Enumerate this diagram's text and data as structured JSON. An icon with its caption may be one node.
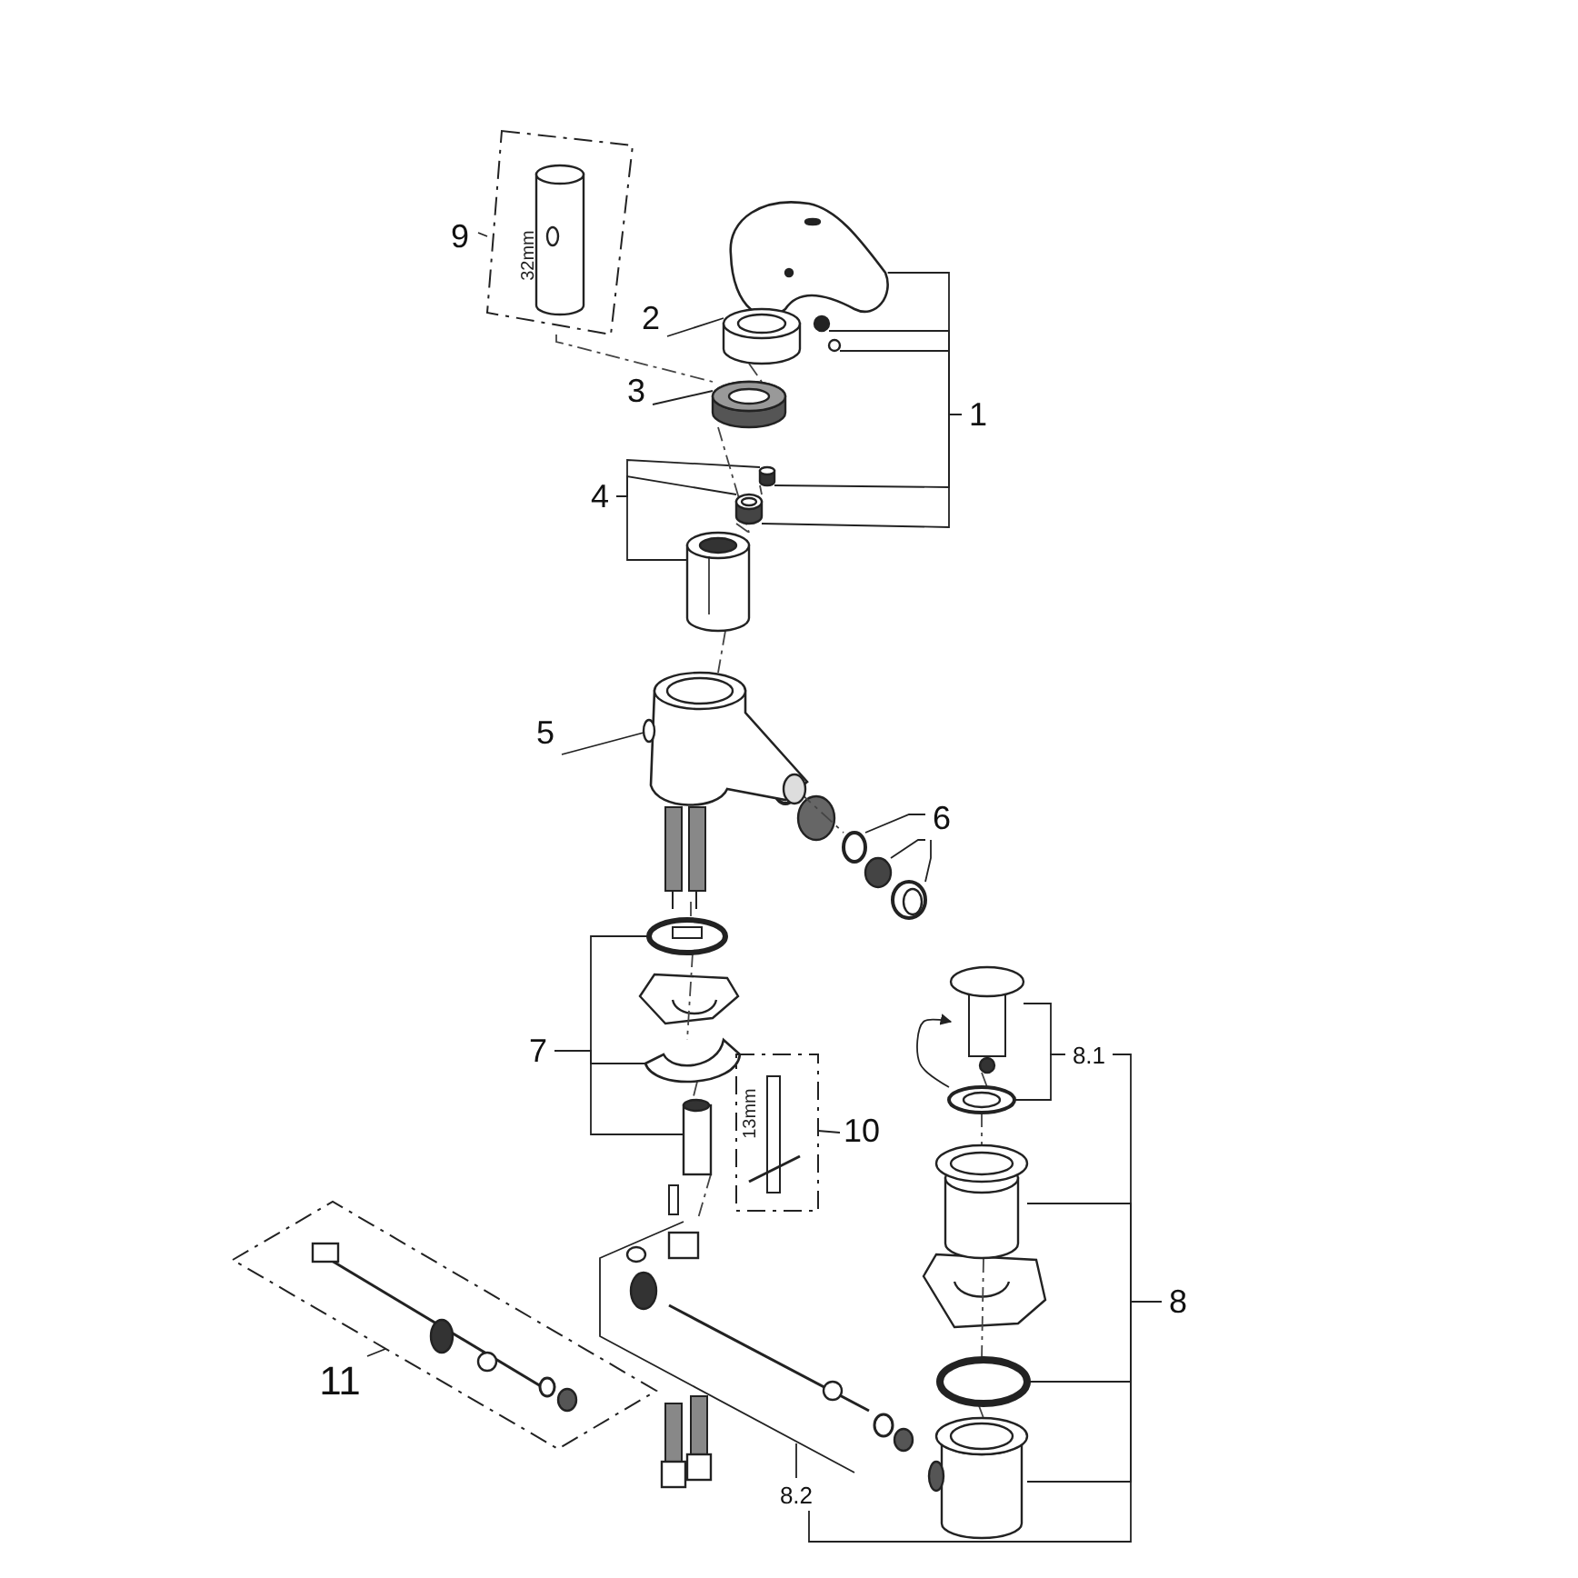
{
  "diagram": {
    "nodes": [
      {
        "text": [
          "9"
        ]
      },
      {
        "text": [],
        "shape": "box"
      },
      {
        "text": [],
        "shape": "picture"
      },
      {
        "text": [
          "2"
        ]
      },
      {
        "text": [],
        "shape": "cylinder"
      },
      {
        "text": [],
        "shape": "circle"
      },
      {
        "text": [],
        "shape": "circle"
      },
      {
        "text": [
          "3"
        ]
      },
      {
        "text": [],
        "shape": "cylinder"
      },
      {
        "text": [
          "1"
        ]
      },
      {
        "text": [
          "4"
        ]
      },
      {
        "text": [],
        "shape": "cylinder"
      },
      {
        "text": [],
        "shape": "cylinder"
      },
      {
        "text": [],
        "shape": "cylinder"
      },
      {
        "text": [
          "5"
        ]
      },
      {
        "text": [],
        "shape": "picture"
      },
      {
        "text": [
          "6"
        ]
      },
      {
        "text": [],
        "shape": "circle"
      },
      {
        "text": [],
        "shape": "circle"
      },
      {
        "text": [],
        "shape": "circle"
      },
      {
        "text": [],
        "shape": "circle"
      },
      {
        "text": [
          "7"
        ]
      },
      {
        "text": [],
        "shape": "picture"
      },
      {
        "text": [],
        "shape": "bar"
      },
      {
        "text": [],
        "shape": "picture"
      },
      {
        "text": [
          "8.1"
        ]
      },
      {
        "text": [],
        "shape": "circle"
      },
      {
        "text": [],
        "shape": "box"
      },
      {
        "text": [
          "10"
        ]
      },
      {
        "text": [],
        "shape": "cylinder"
      },
      {
        "text": [
          "8"
        ]
      },
      {
        "text": [],
        "shape": "box"
      },
      {
        "text": [],
        "shape": "picture"
      },
      {
        "text": [
          "11"
        ]
      },
      {
        "text": [],
        "shape": "circle"
      },
      {
        "text": [],
        "shape": "cylinder"
      },
      {
        "text": [
          "8.2"
        ]
      }
    ],
    "edges": [
      {
        "from": 0,
        "to": 1,
        "arrow": "none"
      },
      {
        "from": 3,
        "to": 4,
        "arrow": "none"
      },
      {
        "from": 7,
        "to": 8,
        "arrow": "none"
      },
      {
        "from": 9,
        "to": 2,
        "arrow": "none"
      },
      {
        "from": 9,
        "to": 5,
        "arrow": "none"
      },
      {
        "from": 9,
        "to": 6,
        "arrow": "none"
      },
      {
        "from": 9,
        "to": 11,
        "arrow": "none"
      },
      {
        "from": 9,
        "to": 12,
        "arrow": "none"
      },
      {
        "from": 10,
        "to": 11,
        "arrow": "none"
      },
      {
        "from": 10,
        "to": 12,
        "arrow": "none"
      },
      {
        "from": 10,
        "to": 13,
        "arrow": "none"
      },
      {
        "from": 14,
        "to": 15,
        "arrow": "none"
      },
      {
        "from": 16,
        "to": 17,
        "arrow": "none"
      },
      {
        "from": 16,
        "to": 18,
        "arrow": "none"
      },
      {
        "from": 16,
        "to": 19,
        "arrow": "none"
      },
      {
        "from": 21,
        "to": 20,
        "arrow": "none"
      },
      {
        "from": 21,
        "to": 22,
        "arrow": "none"
      },
      {
        "from": 21,
        "to": 23,
        "arrow": "none"
      },
      {
        "from": 28,
        "to": 27,
        "arrow": "none"
      },
      {
        "from": 25,
        "to": 24,
        "arrow": "none"
      },
      {
        "from": 25,
        "to": 26,
        "arrow": "none"
      },
      {
        "from": 30,
        "to": 25,
        "arrow": "none"
      },
      {
        "from": 30,
        "to": 29,
        "arrow": "none"
      },
      {
        "from": 30,
        "to": 34,
        "arrow": "none"
      },
      {
        "from": 30,
        "to": 35,
        "arrow": "none"
      },
      {
        "from": 30,
        "to": 36,
        "arrow": "none"
      },
      {
        "from": 33,
        "to": 31,
        "arrow": "none"
      },
      {
        "from": 36,
        "to": 32,
        "arrow": "none"
      },
      {
        "from": 1,
        "to": 8,
        "arrow": "none",
        "style": "dashed"
      },
      {
        "from": 4,
        "to": 8,
        "arrow": "none",
        "style": "dashed"
      },
      {
        "from": 8,
        "to": 13,
        "arrow": "none",
        "style": "dashed"
      },
      {
        "from": 11,
        "to": 12,
        "arrow": "none",
        "style": "dashed"
      },
      {
        "from": 12,
        "to": 13,
        "arrow": "none",
        "style": "dashed"
      },
      {
        "from": 13,
        "to": 15,
        "arrow": "none",
        "style": "dashed"
      },
      {
        "from": 15,
        "to": 17,
        "arrow": "none",
        "style": "dashed"
      },
      {
        "from": 15,
        "to": 20,
        "arrow": "none",
        "style": "dashed"
      },
      {
        "from": 20,
        "to": 22,
        "arrow": "none",
        "style": "dashed"
      },
      {
        "from": 22,
        "to": 23,
        "arrow": "none",
        "style": "dashed"
      },
      {
        "from": 23,
        "to": 32,
        "arrow": "none",
        "style": "dashed"
      },
      {
        "from": 24,
        "to": 26,
        "arrow": "none",
        "style": "dashed"
      },
      {
        "from": 26,
        "to": 29,
        "arrow": "none",
        "style": "dashed"
      },
      {
        "from": 29,
        "to": 34,
        "arrow": "none",
        "style": "dashed"
      },
      {
        "from": 34,
        "to": 35,
        "arrow": "none",
        "style": "dashed"
      },
      {
        "from": 26,
        "to": 24,
        "arrow": "to"
      }
    ],
    "labels": [
      "32mm",
      "13mm"
    ]
  }
}
